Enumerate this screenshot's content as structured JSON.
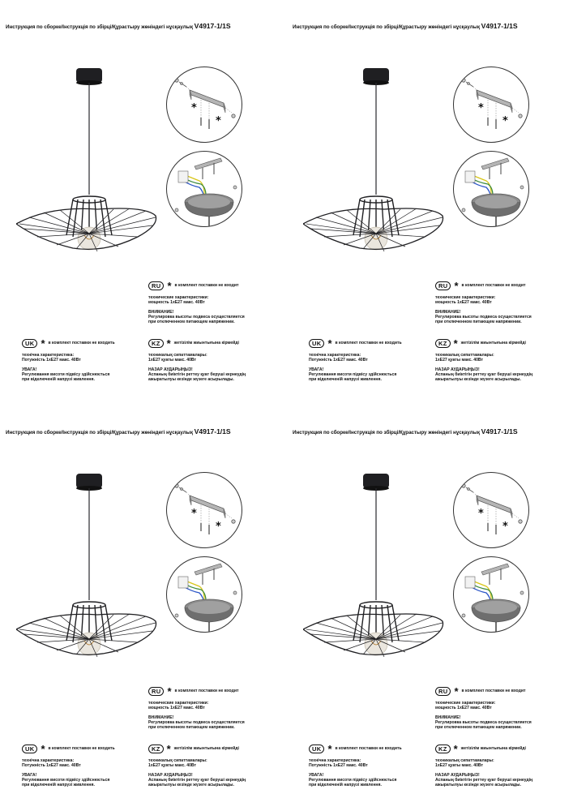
{
  "document": {
    "title_prefix": "Инструкция по сборке/Інструкція по збірці/Құрастыру жөніндегі нұсқаулық",
    "model": "V4917-1/1S",
    "diagram_star": "*",
    "sections": {
      "ru": {
        "lang": "RU",
        "star": "*",
        "star_note": "в комплект поставки не входит",
        "spec_label": "технические характеристики:",
        "spec_value": "мощность 1xE27 макс. 40Вт",
        "warning_title": "ВНИМАНИЕ!",
        "warning_line1": "Регулировка высоты подвеса осуществляется",
        "warning_line2": "при отключенном питающем напряжении."
      },
      "uk": {
        "lang": "UK",
        "star": "*",
        "star_note": "в комплект поставки не входить",
        "spec_label": "технічна характеристика:",
        "spec_value": "Потужність 1xE27 макс. 40Вт",
        "warning_title": "УВАГА!",
        "warning_line1": "Регулювання висоти підвісу здійснюється",
        "warning_line2": "при відключеній напрузі живлення."
      },
      "kz": {
        "lang": "KZ",
        "star": "*",
        "star_note": "жетізілім жиынтығына кірмейді",
        "spec_label": "техникалық сипаттамалары:",
        "spec_value": "1xE27 қуаты макс. 40Вт",
        "warning_title": "НАЗАР АУДАРЫҢЫЗ!",
        "warning_line1": "Аспаның биіктігін реттеу қуат беруші кернеудің",
        "warning_line2": "ажыратылуы кезінде жүзеге асырылады."
      }
    }
  },
  "colors": {
    "ink": "#111111",
    "lamp_black": "#1f1f22",
    "metal_grey": "#9a9a9a",
    "wire_yellow": "#d8c61a",
    "wire_green": "#3c8a3c",
    "wire_blue": "#2b55c7"
  }
}
